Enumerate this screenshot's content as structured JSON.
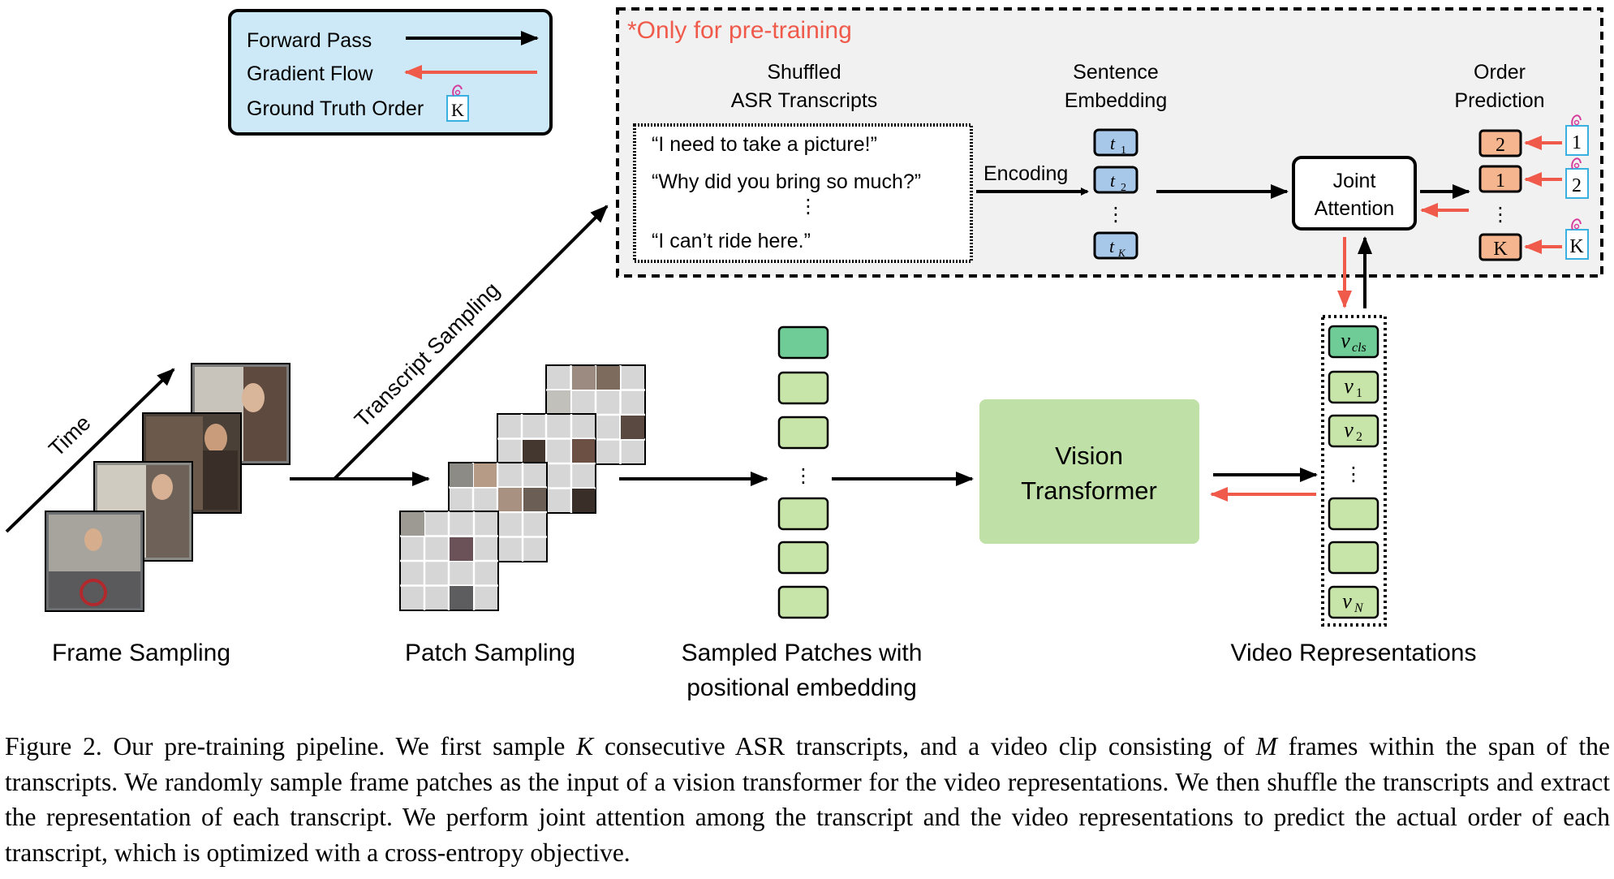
{
  "legend": {
    "forward_pass": "Forward Pass",
    "gradient_flow": "Gradient Flow",
    "ground_truth_order": "Ground Truth Order",
    "tag_label": "K"
  },
  "pretraining_box": {
    "title": "*Only for pre-training",
    "shuffled_label_line1": "Shuffled",
    "shuffled_label_line2": "ASR Transcripts",
    "transcripts": [
      "“I need to take a picture!”",
      "“Why did you bring so much?”",
      "⋮",
      "“I can’t ride here.”"
    ],
    "encoding_label": "Encoding",
    "sentence_label_line1": "Sentence",
    "sentence_label_line2": "Embedding",
    "embedding_main": [
      "t",
      "t",
      "t"
    ],
    "embedding_subs": [
      "1",
      "2",
      "K"
    ],
    "vdots": "⋮",
    "joint_attention_line1": "Joint",
    "joint_attention_line2": "Attention",
    "order_label_line1": "Order",
    "order_label_line2": "Prediction",
    "predictions": [
      "2",
      "1",
      "K"
    ],
    "ground_truth": [
      "1",
      "2",
      "K"
    ]
  },
  "labels": {
    "time": "Time",
    "transcript_sampling": "Transcript Sampling",
    "frame_sampling": "Frame Sampling",
    "patch_sampling": "Patch Sampling",
    "sampled_patches_line1": "Sampled Patches with",
    "sampled_patches_line2": "positional embedding",
    "vision_transformer_line1": "Vision",
    "vision_transformer_line2": "Transformer",
    "video_representations": "Video Representations"
  },
  "video_reps": {
    "v_main": [
      "v",
      "v",
      "v",
      "v"
    ],
    "v_subs": [
      "cls",
      "1",
      "2",
      "N"
    ]
  },
  "colors": {
    "legend_bg": "#cde9f7",
    "pretraining_bg": "#f1f1f1",
    "embedding_fill": "#a8c8ea",
    "prediction_fill": "#f5b58f",
    "patch_green": "#c7e4a9",
    "cls_green": "#70cc96",
    "vit_fill": "#bfe0a6",
    "gradient_red": "#f05a4b",
    "title_red": "#f05a4b"
  },
  "caption": {
    "part1": "Figure 2. Our pre-training pipeline. We first sample ",
    "k": "K",
    "part2": " consecutive ASR transcripts, and a video clip consisting of ",
    "m": "M",
    "part3": " frames within the span of the transcripts. We randomly sample frame patches as the input of a vision transformer for the video representations. We then shuffle the transcripts and extract the representation of each transcript. We perform joint attention among the transcript and the video representations to predict the actual order of each transcript, which is optimized with a cross-entropy objective."
  }
}
